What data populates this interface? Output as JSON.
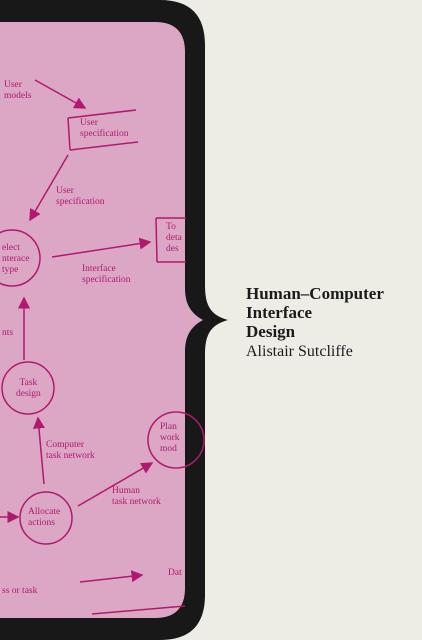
{
  "colors": {
    "panel": "#dba7c4",
    "bracket": "#181818",
    "ink": "#b0196e",
    "background": "#edede6"
  },
  "book": {
    "title_line1": "Human–Computer",
    "title_line2": "Interface",
    "title_line3": "Design",
    "author": "Alistair Sutcliffe"
  },
  "diagram": {
    "user_models_1": "User",
    "user_models_2": "models",
    "user_spec_box_1": "User",
    "user_spec_box_2": "specification",
    "user_spec_arrow_1": "User",
    "user_spec_arrow_2": "specification",
    "select_1": "elect",
    "select_2": "nterace",
    "select_3": "type",
    "todeta_1": "To",
    "todeta_2": "deta",
    "todeta_3": "des",
    "interface_spec_1": "Interface",
    "interface_spec_2": "specification",
    "nts": "nts",
    "task_design_1": "Task",
    "task_design_2": "design",
    "computer_tn_1": "Computer",
    "computer_tn_2": "task network",
    "plan_work_1": "Plan",
    "plan_work_2": "work",
    "plan_work_3": "mod",
    "human_tn_1": "Human",
    "human_tn_2": "task network",
    "allocate_1": "Allocate",
    "allocate_2": "actions",
    "dat": "Dat",
    "ss_or_task": "ss or task"
  }
}
